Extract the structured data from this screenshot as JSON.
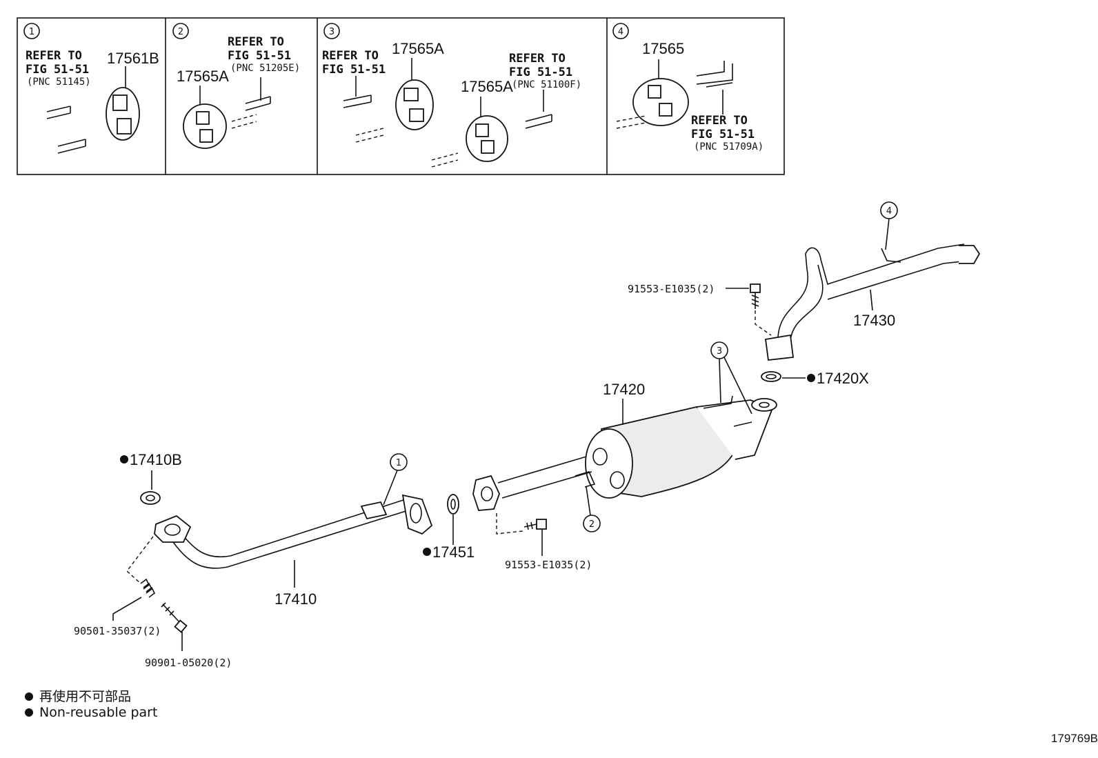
{
  "insets": [
    {
      "circle": "1",
      "refer_lines": [
        "REFER TO",
        "FIG 51-51",
        "(PNC 51145)"
      ],
      "parts": [
        "17561B"
      ]
    },
    {
      "circle": "2",
      "refer_lines": [
        "REFER TO",
        "FIG 51-51",
        "(PNC 51205E)"
      ],
      "parts": [
        "17565A"
      ]
    },
    {
      "circle": "3",
      "refer_a": [
        "REFER TO",
        "FIG 51-51"
      ],
      "refer_b": [
        "REFER TO",
        "FIG 51-51",
        "(PNC 51100F)"
      ],
      "parts": [
        "17565A",
        "17565A"
      ]
    },
    {
      "circle": "4",
      "refer_lines": [
        "REFER TO",
        "FIG 51-51",
        "(PNC 51709A)"
      ],
      "parts": [
        "17565"
      ]
    }
  ],
  "parts": {
    "tail_pipe": "17430",
    "tail_bolt": "91553-E1035(2)",
    "tail_callout": "4",
    "gasket_x": "17420X",
    "muffler": "17420",
    "muffler_callout": "3",
    "muffler_bolt": "91553-E1035(2)",
    "muffler_hanger_callout": "2",
    "front_gasket": "17410B",
    "front_pipe": "17410",
    "front_hanger_callout": "1",
    "ring_gasket": "17451",
    "spring": "90501-35037(2)",
    "stud_bolt": "90901-05020(2)"
  },
  "legend": {
    "japanese": "再使用不可部品",
    "english": "Non-reusable part"
  },
  "diagram_id": "179769B"
}
